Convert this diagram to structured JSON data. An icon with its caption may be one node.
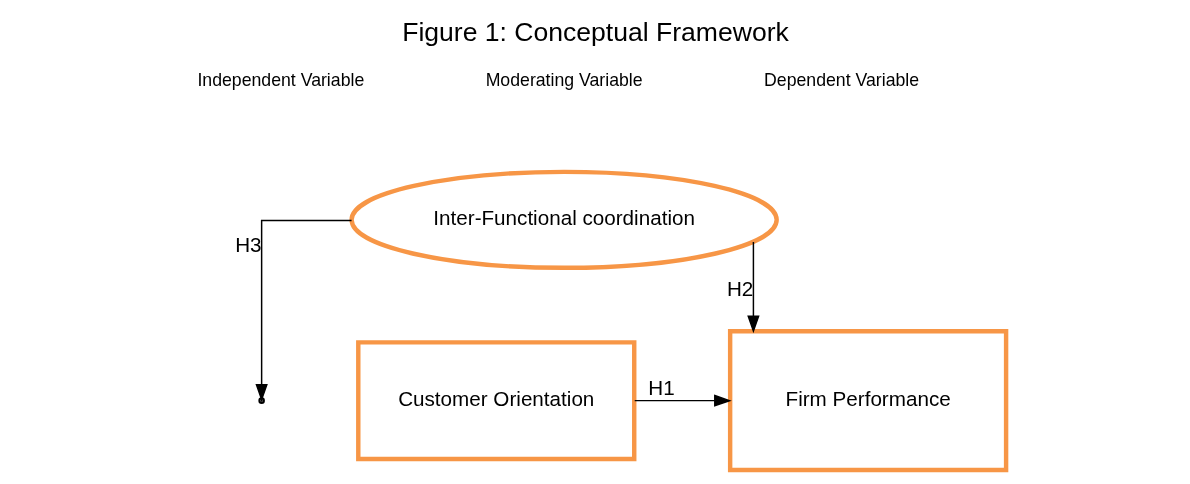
{
  "diagram": {
    "title": "Figure 1: Conceptual Framework",
    "nodes": [
      {
        "text": [
          "Customer Orientation"
        ]
      },
      {
        "text": [
          "Inter-Functional coordination"
        ]
      },
      {
        "text": [
          "Firm Performance"
        ]
      }
    ],
    "edges": [
      {
        "from": 0,
        "to": 2,
        "arrow": "to",
        "label": "H1"
      },
      {
        "from": 1,
        "to": 2,
        "arrow": "to",
        "label": "H2"
      },
      {
        "from": 1,
        "to": null,
        "arrow": "to",
        "label": "H3"
      }
    ],
    "labels": [
      "Independent Variable",
      "Moderating Variable",
      "Dependent Variable"
    ]
  }
}
